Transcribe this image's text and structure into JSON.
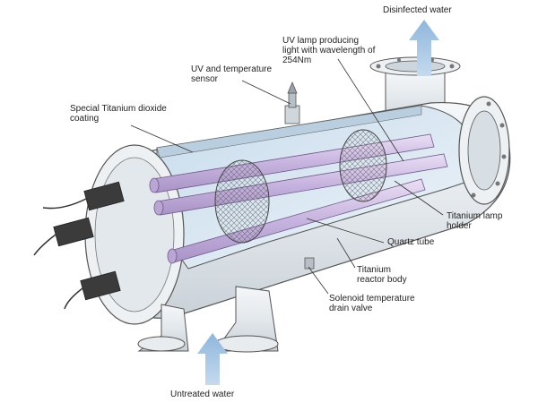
{
  "labels": {
    "disinfected_water": "Disinfected water",
    "uv_lamp": "UV lamp producing\nlight with wavelength of\n254Nm",
    "uv_temp_sensor": "UV and temperature\nsensor",
    "titanium_coating": "Special Titanium dioxide\ncoating",
    "titanium_lamp_holder": "Titanium  lamp\nholder",
    "quartz_tube": "Quartz tube",
    "reactor_body": "Titanium\nreactor body",
    "drain_valve": "Solenoid temperature\ndrain valve",
    "untreated_water": "Untreated water"
  },
  "colors": {
    "arrow": "#9bbfe0",
    "lamp": "#c9b8e0",
    "water": "#dde9f3",
    "steel": "#e8ecef",
    "outline": "#555555"
  }
}
